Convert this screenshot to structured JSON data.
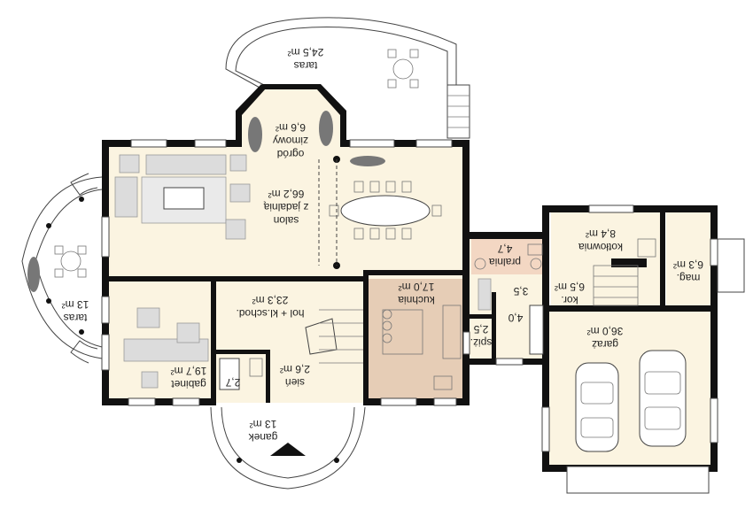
{
  "colors": {
    "floor": "#fbf4e1",
    "kitchen": "#e6cdb6",
    "laundry": "#f3d7c3",
    "wall": "#111111",
    "terrace": "#ffffff"
  },
  "rooms": {
    "taras_top": {
      "name": "taras",
      "area": "24,5 m²"
    },
    "ogrod": {
      "name_1": "ogród",
      "name_2": "zimowy",
      "area": "6,6 m²"
    },
    "salon": {
      "name_1": "salon",
      "name_2": "z jadalnią",
      "area": "66,2 m²"
    },
    "pralnia": {
      "name": "pralnia",
      "area": "4,7"
    },
    "kotlownia": {
      "name": "kotłownia",
      "area": "8,4 m²"
    },
    "mag": {
      "name": "mag.",
      "area": "6,3 m²"
    },
    "kor": {
      "name": "kor.",
      "area": "6,5 m²"
    },
    "hol": {
      "name": "hol + kl.schod.",
      "area": "23,3 m²"
    },
    "kuchnia": {
      "name": "kuchnia",
      "area": "17,0 m²"
    },
    "num_35": {
      "area": "3,5"
    },
    "num_40": {
      "area": "4,0"
    },
    "spiz": {
      "name": "spiż.",
      "area": "2,5"
    },
    "garaz": {
      "name": "garaż",
      "area": "36,0 m²"
    },
    "taras_left": {
      "name": "taras",
      "area": "13 m²"
    },
    "gabinet": {
      "name": "gabinet",
      "area": "19,7 m²"
    },
    "wc": {
      "area": "2,7"
    },
    "sien": {
      "name": "sień",
      "area": "2,6 m²"
    },
    "ganek": {
      "name": "ganek",
      "area": "13 m²"
    }
  }
}
